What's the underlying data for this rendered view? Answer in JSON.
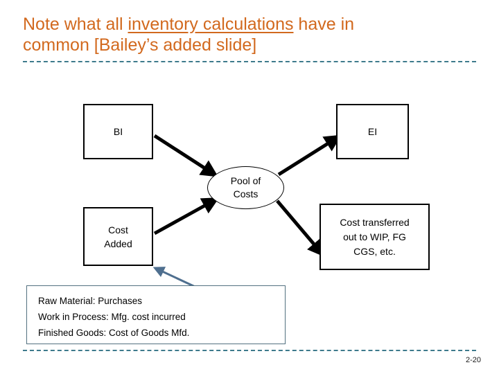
{
  "slide": {
    "title": {
      "line1_prefix": "Note what all ",
      "line1_underlined": "inventory calculations",
      "line1_suffix": " have in",
      "line2": "common [Bailey’s added slide]",
      "color": "#D2691E"
    },
    "page_number": "2-20",
    "divider_color": "#3D7A8C"
  },
  "diagram": {
    "boxes": {
      "beginning_inventory": "BI",
      "ending_inventory": "EI",
      "cost_added_line1": "Cost",
      "cost_added_line2": "Added",
      "cost_transferred_line1": "Cost transferred",
      "cost_transferred_line2": "out to WIP, FG",
      "cost_transferred_line3": "CGS, etc."
    },
    "oval": {
      "line1": "Pool of",
      "line2": "Costs"
    },
    "arrow_color_main": "#000000",
    "arrow_color_callout": "#4F6F8F"
  },
  "legend": {
    "border_color": "#52707F",
    "lines": [
      "Raw Material:  Purchases",
      "Work in Process: Mfg. cost incurred",
      "Finished Goods:   Cost of Goods Mfd."
    ]
  }
}
